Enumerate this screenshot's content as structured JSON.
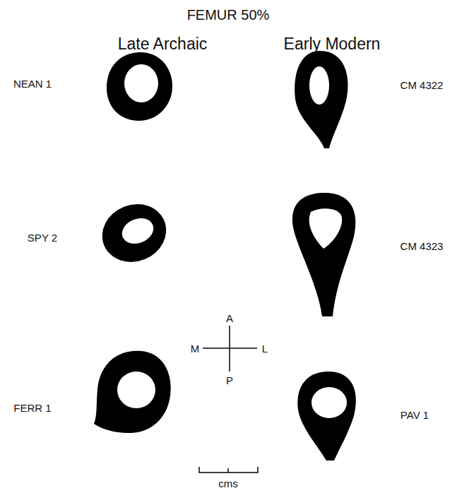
{
  "diagram": {
    "title": "FEMUR 50%",
    "labels": [
      "Late Archaic",
      "Early Modern",
      "NEAN 1",
      "SPY 2",
      "FERR 1",
      "CM 4322",
      "CM 4323",
      "PAV 1",
      "A",
      "M",
      "L",
      "P",
      "cms"
    ]
  }
}
